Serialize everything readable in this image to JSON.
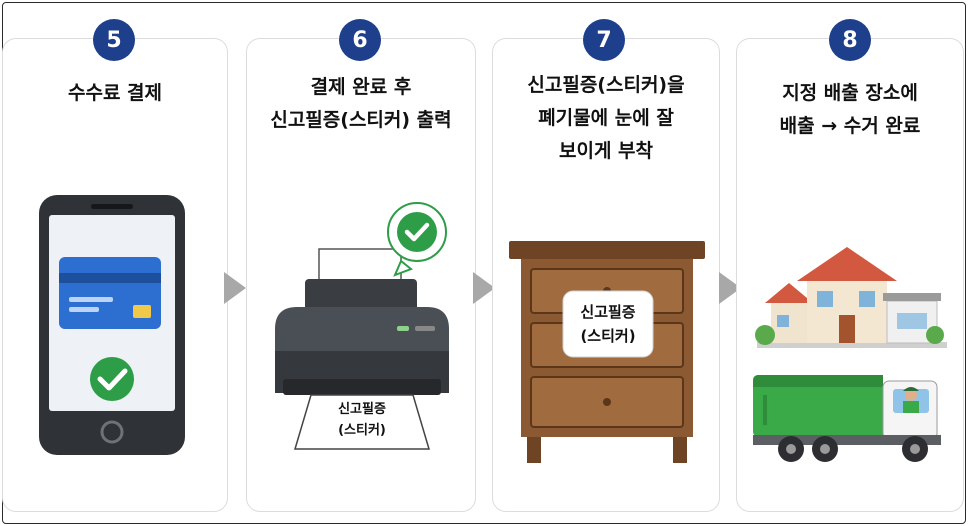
{
  "steps": [
    {
      "number": "5",
      "title_lines": [
        "수수료 결제"
      ]
    },
    {
      "number": "6",
      "title_lines": [
        "결제 완료 후",
        "신고필증(스티커) 출력"
      ]
    },
    {
      "number": "7",
      "title_lines": [
        "신고필증(스티커)을",
        "폐기물에 눈에 잘",
        "보이게 부착"
      ]
    },
    {
      "number": "8",
      "title_lines": [
        "지정 배출 장소에",
        "배출 → 수거 완료"
      ]
    }
  ],
  "printer_sticker": {
    "line1": "신고필증",
    "line2": "(스티커)"
  },
  "dresser_sticker": {
    "line1": "신고필증",
    "line2": "(스티커)"
  },
  "colors": {
    "badge": "#1e3f8c",
    "check": "#2e9d47",
    "card_blue": "#2d6fd1",
    "truck_green": "#3aa948",
    "wood": "#8b5a33",
    "roof": "#d2583f"
  },
  "icons": [
    "smartphone-icon",
    "credit-card-icon",
    "check-icon",
    "printer-icon",
    "dresser-icon",
    "house-icon",
    "garbage-truck-icon"
  ]
}
